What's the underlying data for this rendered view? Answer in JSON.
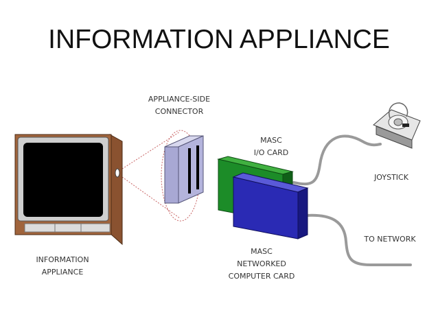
{
  "title": "INFORMATION APPLIANCE",
  "labels": {
    "connector": [
      "APPLIANCE-SIDE",
      "CONNECTOR"
    ],
    "io_card": [
      "MASC",
      "I/O CARD"
    ],
    "joystick": [
      "JOYSTICK"
    ],
    "network": [
      "TO NETWORK"
    ],
    "networked_card": [
      "MASC",
      "NETWORKED",
      "COMPUTER CARD"
    ],
    "appliance": [
      "INFORMATION",
      "APPLIANCE"
    ]
  },
  "colors": {
    "tv_cabinet": "#a0643c",
    "tv_screen": "#000000",
    "connector_body": "#b4b4dc",
    "io_card": "#1c8c28",
    "networked_card": "#2a2ab4",
    "cable": "#9a9a9a",
    "dotted_outline": "#c86464"
  }
}
